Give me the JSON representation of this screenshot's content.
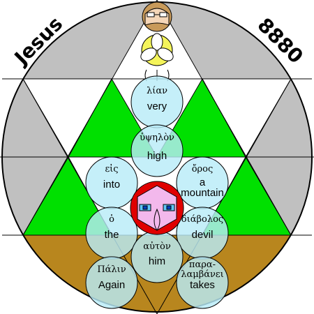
{
  "labels": {
    "left": "Jesus",
    "right": "8880"
  },
  "words": [
    {
      "greek": "λίαν",
      "english": "very"
    },
    {
      "greek": "ὑψηλὸν",
      "english": "high"
    },
    {
      "greek": "εἰς",
      "english": "into"
    },
    {
      "greek": "ὄρος",
      "english": "a mountain"
    },
    {
      "greek": "ὁ",
      "english": "the"
    },
    {
      "greek": "διάβολος",
      "english": "devil"
    },
    {
      "greek": "αὐτὸν",
      "english": "him"
    },
    {
      "greek": "Πάλιν",
      "english": "Again"
    },
    {
      "greek": "παρα-λαμβάνει",
      "english": "takes"
    }
  ],
  "colors": {
    "bands_dark": "#c0c0c0",
    "bands_light": "#ffffff",
    "green": "#00e000",
    "ground_green": "#5cc21c",
    "ground_brown": "#b8861e",
    "bubble": "#b8ecf8",
    "center_red": "#e00000",
    "face_pink": "#f3b8ec"
  }
}
